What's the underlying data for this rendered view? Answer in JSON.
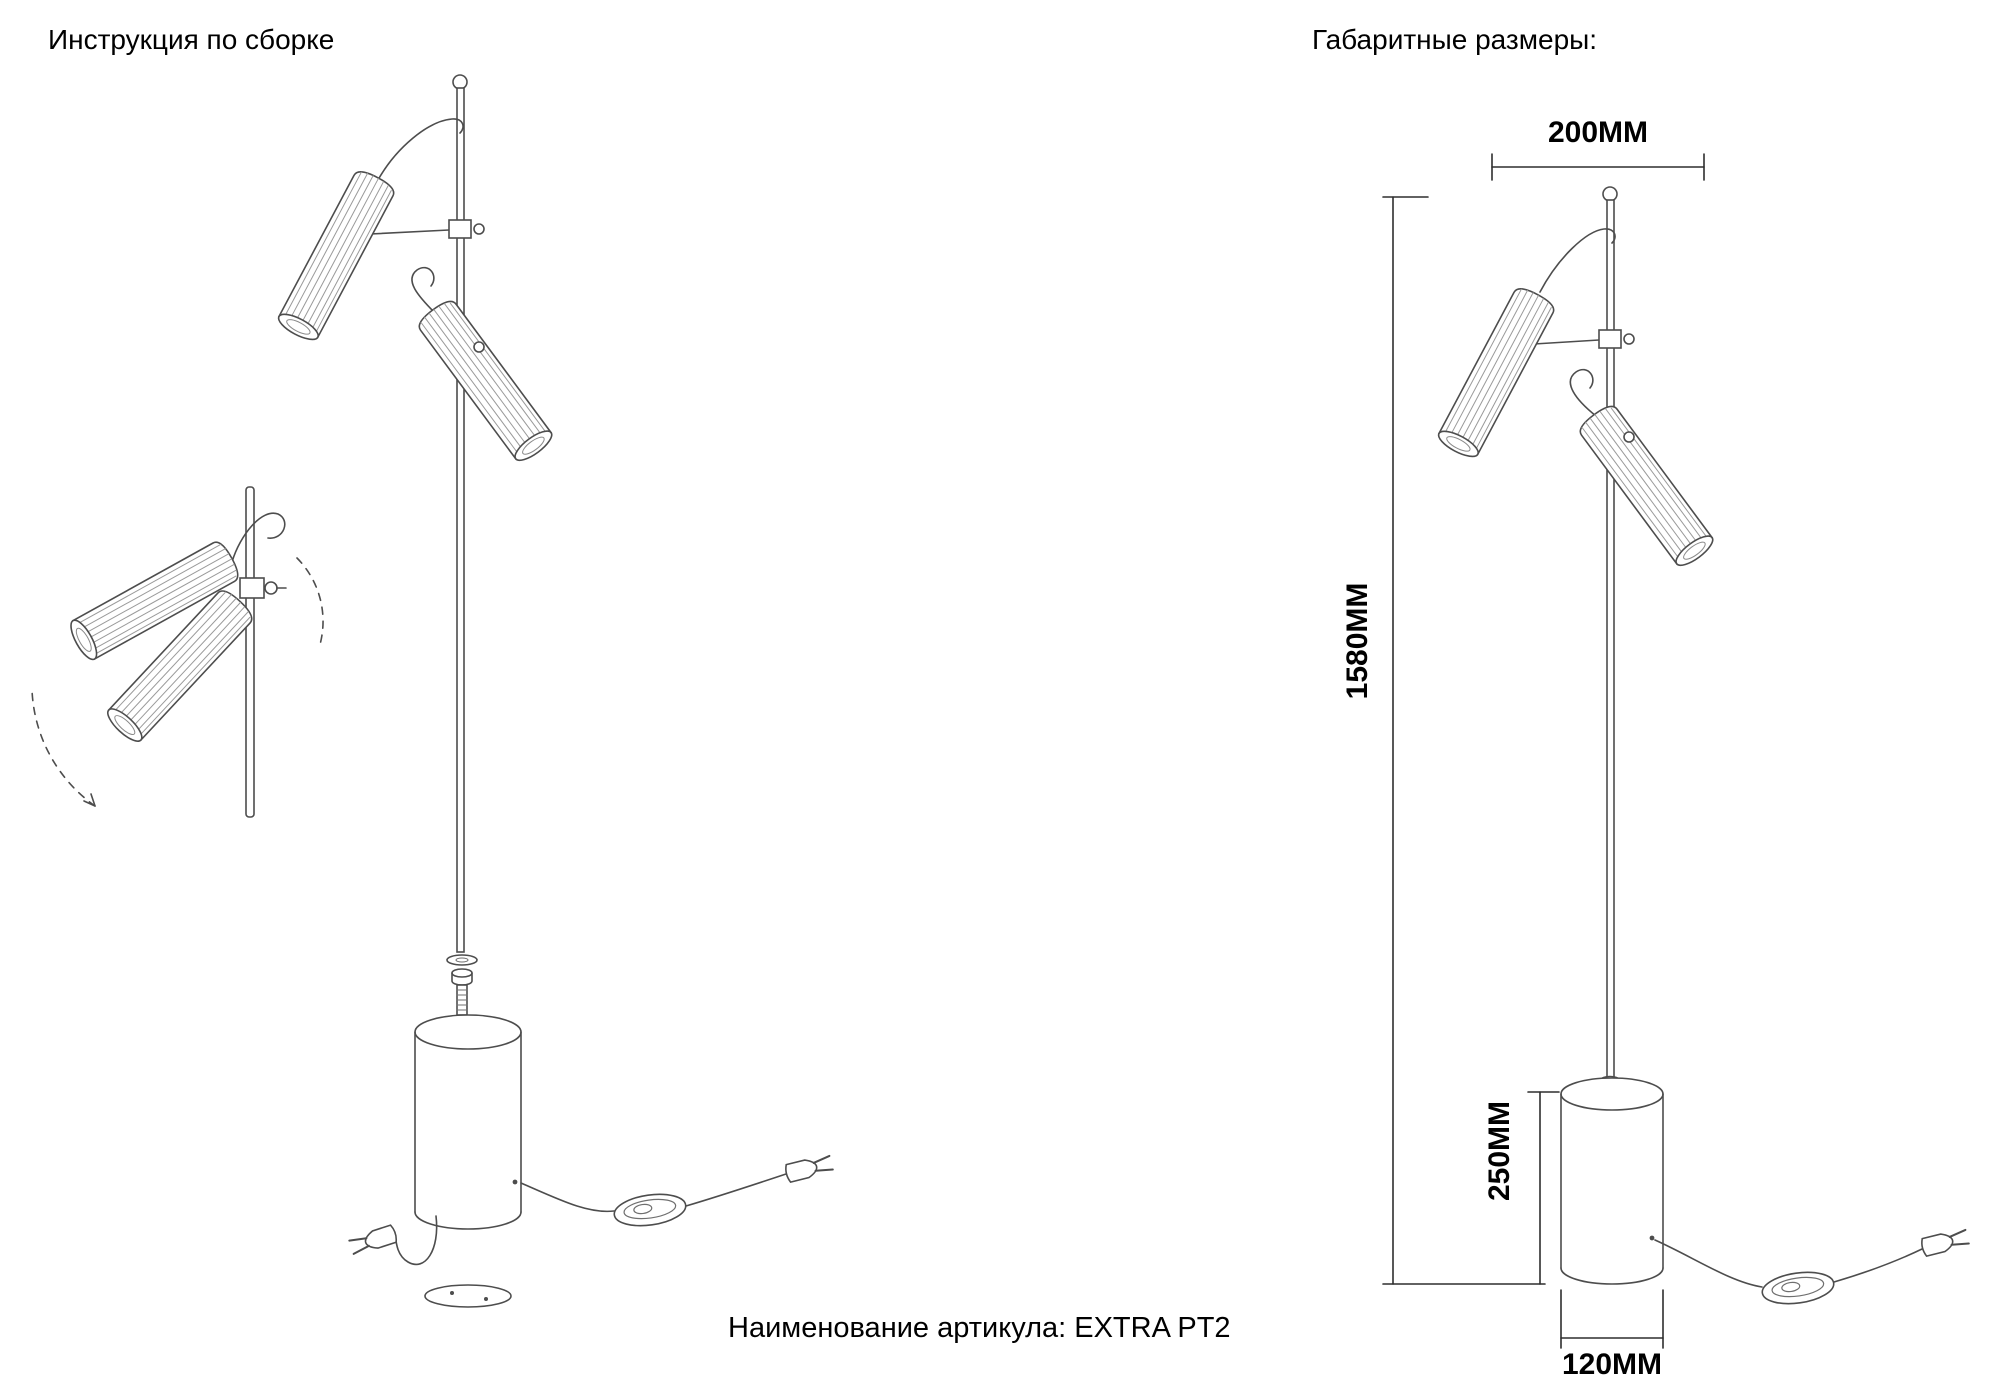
{
  "page": {
    "assembly_title": "Инструкция по сборке",
    "dimensions_title": "Габаритные размеры:",
    "article_label": "Наименование артикула: EXTRA PT2"
  },
  "dimensions": {
    "total_width": "200MM",
    "total_height": "1580MM",
    "base_height": "250MM",
    "base_diameter": "120MM"
  }
}
